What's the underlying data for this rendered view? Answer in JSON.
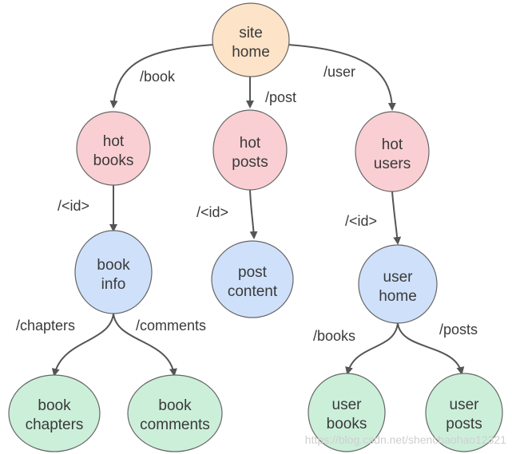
{
  "colors": {
    "root": "#fde3c7",
    "level1": "#f9cfd3",
    "level2": "#cfe0fa",
    "leaf": "#ccefda",
    "stroke": "#666666",
    "edge": "#555555",
    "text": "#3a3a3a"
  },
  "nodes": {
    "site_home": {
      "line1": "site",
      "line2": "home"
    },
    "hot_books": {
      "line1": "hot",
      "line2": "books"
    },
    "hot_posts": {
      "line1": "hot",
      "line2": "posts"
    },
    "hot_users": {
      "line1": "hot",
      "line2": "users"
    },
    "book_info": {
      "line1": "book",
      "line2": "info"
    },
    "post_content": {
      "line1": "post",
      "line2": "content"
    },
    "user_home": {
      "line1": "user",
      "line2": "home"
    },
    "book_chapters": {
      "line1": "book",
      "line2": "chapters"
    },
    "book_comments": {
      "line1": "book",
      "line2": "comments"
    },
    "user_books": {
      "line1": "user",
      "line2": "books"
    },
    "user_posts": {
      "line1": "user",
      "line2": "posts"
    }
  },
  "edges": {
    "book": "/book",
    "post": "/post",
    "user": "/user",
    "book_id": "/<id>",
    "post_id": "/<id>",
    "user_id": "/<id>",
    "chapters": "/chapters",
    "comments": "/comments",
    "books": "/books",
    "posts": "/posts"
  },
  "watermark": "https://blog.csdn.net/shenchaohao12321"
}
